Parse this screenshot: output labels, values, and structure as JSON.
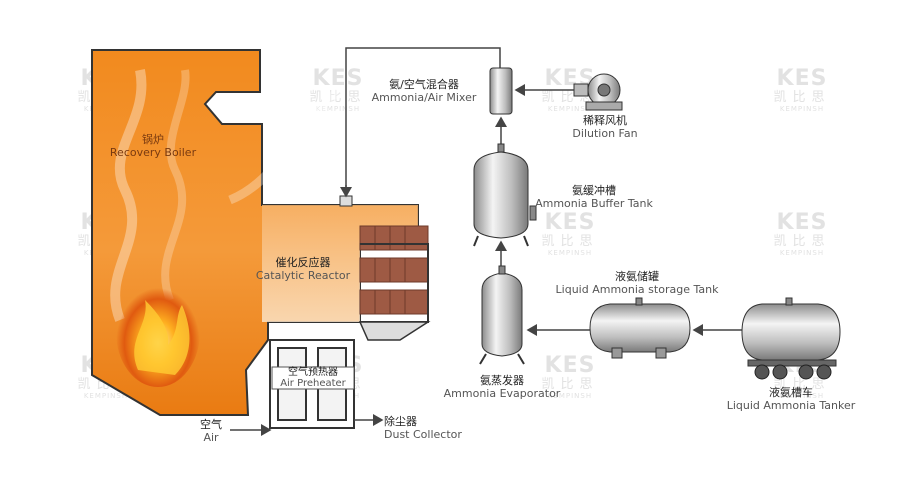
{
  "labels": {
    "boiler": {
      "zh": "锅炉",
      "en": "Recovery Boiler"
    },
    "reactor": {
      "zh": "催化反应器",
      "en": "Catalytic Reactor"
    },
    "preheater": {
      "zh": "空气预热器",
      "en": "Air Preheater"
    },
    "air": {
      "zh": "空气",
      "en": "Air"
    },
    "dust": {
      "zh": "除尘器",
      "en": "Dust Collector"
    },
    "mixer": {
      "zh": "氨/空气混合器",
      "en": "Ammonia/Air Mixer"
    },
    "fan": {
      "zh": "稀释风机",
      "en": "Dilution Fan"
    },
    "buffer": {
      "zh": "氨缓冲槽",
      "en": "Ammonia Buffer Tank"
    },
    "storage": {
      "zh": "液氨储罐",
      "en": "Liquid Ammonia storage Tank"
    },
    "evaporator": {
      "zh": "氨蒸发器",
      "en": "Ammonia Evaporator"
    },
    "tanker": {
      "zh": "液氨槽车",
      "en": "Liquid Ammonia Tanker"
    }
  },
  "watermark": {
    "brand": "KES",
    "zh": "凯比思",
    "en": "KEMPINSH"
  },
  "colors": {
    "flue": "#f08a24",
    "flueLight": "#f7c28a",
    "outline": "#444444",
    "reactorBrick": "#8a4a3a",
    "tank": "#c8c8c8"
  }
}
